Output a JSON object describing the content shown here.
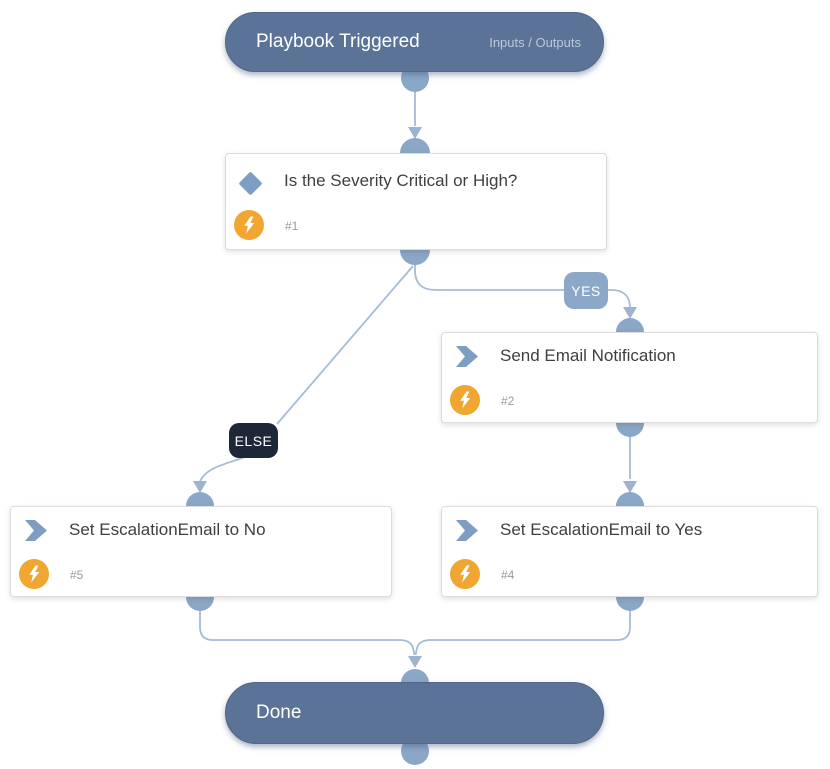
{
  "diagram": {
    "type": "playbook-flowchart",
    "background": "#ffffff",
    "colors": {
      "pill_bg": "#5a7396",
      "connector_dot": "#8ba7c7",
      "edge_line": "#a6bcd5",
      "arrow": "#9db3cf",
      "yes_badge_bg": "#8ca8c8",
      "else_badge_bg": "#1d2737",
      "automation_badge_bg": "#f0a630",
      "node_icon_blue": "#7e9dc2",
      "card_border": "#dcdcdc",
      "title_text": "#3f3f3f",
      "number_text": "#9a9a9a",
      "pill_link_text": "#bcc9db"
    },
    "nodes": {
      "trigger": {
        "title": "Playbook Triggered",
        "link": "Inputs / Outputs"
      },
      "condition": {
        "title": "Is the Severity Critical or High?",
        "number": "#1",
        "kind": "condition"
      },
      "send_email": {
        "title": "Send Email Notification",
        "number": "#2",
        "kind": "task"
      },
      "set_no": {
        "title": "Set EscalationEmail to No",
        "number": "#5",
        "kind": "task"
      },
      "set_yes": {
        "title": "Set EscalationEmail to Yes",
        "number": "#4",
        "kind": "task"
      },
      "done": {
        "title": "Done"
      }
    },
    "edge_labels": {
      "yes": "YES",
      "else": "ELSE"
    },
    "connections": [
      {
        "from": "trigger",
        "to": "condition",
        "label": ""
      },
      {
        "from": "condition",
        "to": "send_email",
        "label": "YES"
      },
      {
        "from": "condition",
        "to": "set_no",
        "label": "ELSE"
      },
      {
        "from": "send_email",
        "to": "set_yes",
        "label": ""
      },
      {
        "from": "set_no",
        "to": "done",
        "label": ""
      },
      {
        "from": "set_yes",
        "to": "done",
        "label": ""
      }
    ]
  }
}
